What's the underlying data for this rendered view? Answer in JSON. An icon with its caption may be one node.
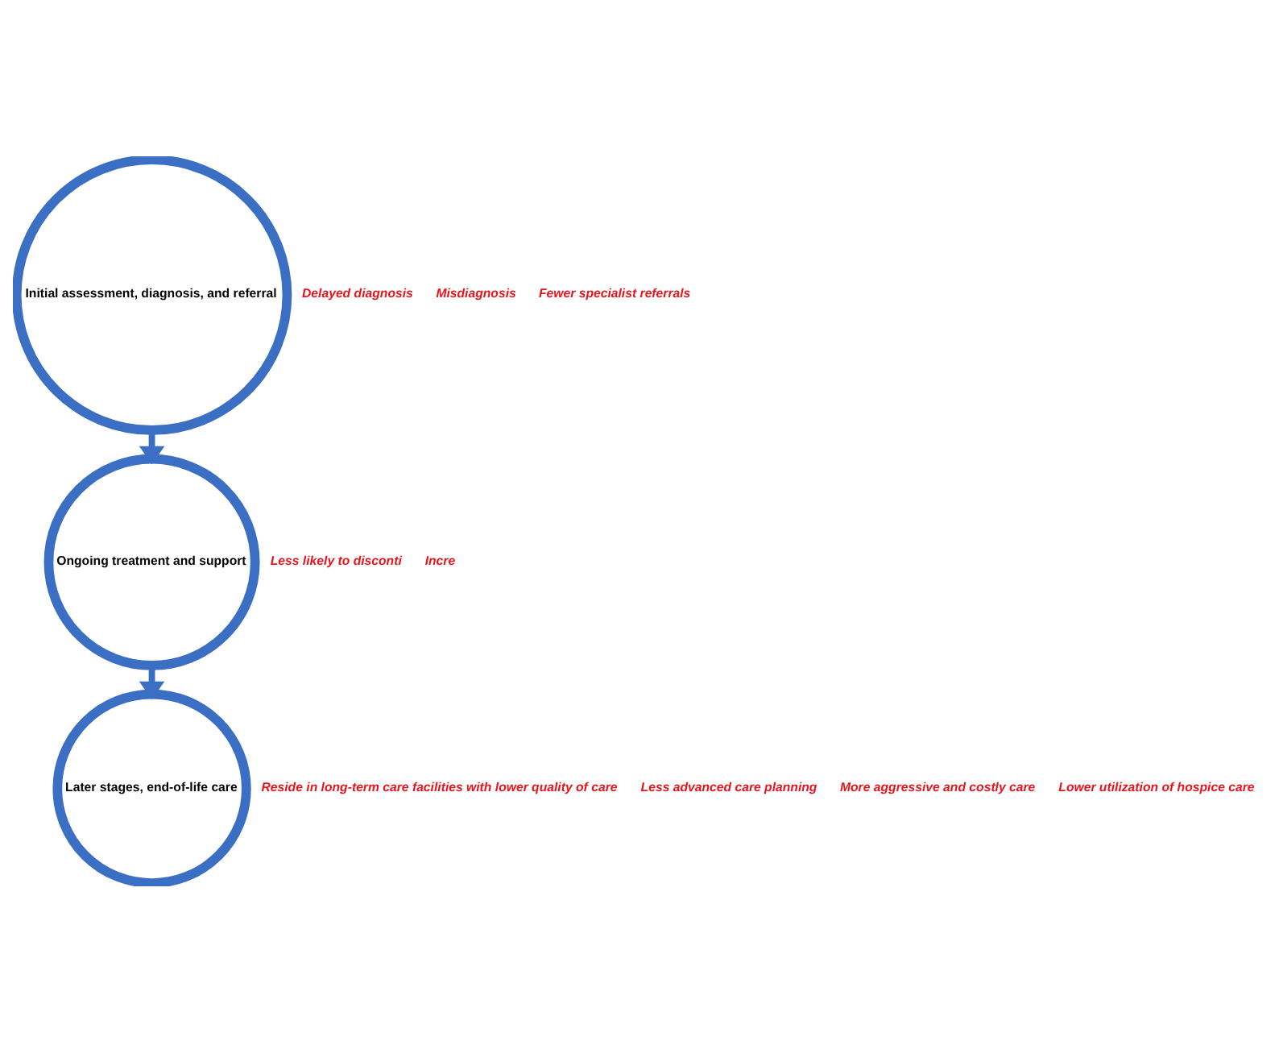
{
  "diagram": {
    "nodes": [
      {
        "text": [
          "Initial assessment, diagnosis, and referral"
        ]
      },
      {
        "text": [
          "Ongoing treatment and support"
        ]
      },
      {
        "text": [
          "Later stages, end-of-life care"
        ]
      }
    ],
    "edges": [
      {
        "from": 0,
        "to": 1,
        "arrow": "to"
      },
      {
        "from": 1,
        "to": 2,
        "arrow": "to"
      }
    ],
    "labels": [
      "Delayed diagnosis",
      "Misdiagnosis",
      "Fewer specialist referrals",
      "Less likely to disconti",
      "Incre",
      "Reside in long-term care facilities with lower quality of care",
      "Less advanced care planning",
      "More aggressive and costly care",
      "Lower utilization of hospice care"
    ]
  }
}
